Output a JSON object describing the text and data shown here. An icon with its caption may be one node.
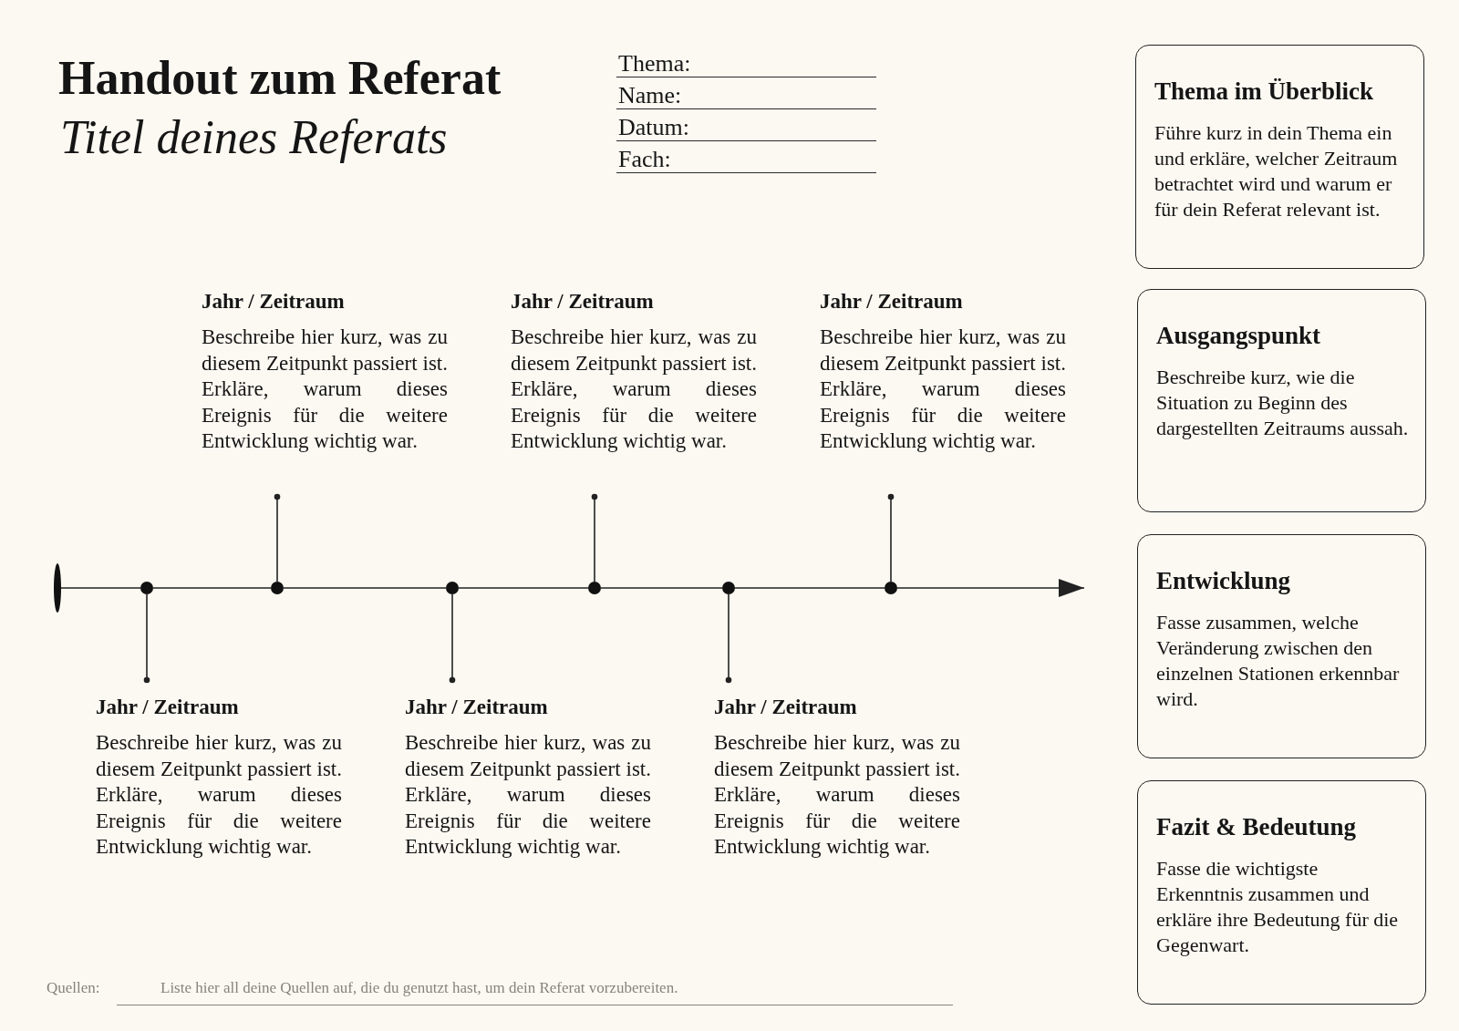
{
  "diagram": {
    "title": "Handout zum Referat",
    "nodes": [
      {
        "text": [
          "Jahr / Zeitraum",
          "Beschreibe hier kurz, was zu diesem Zeitpunkt passiert ist. Erkläre, warum dieses Ereignis für die weitere Entwicklung wichtig war."
        ]
      },
      {
        "text": [
          "Jahr / Zeitraum",
          "Beschreibe hier kurz, was zu diesem Zeitpunkt passiert ist. Erkläre, warum dieses Ereignis für die weitere Entwicklung wichtig war."
        ]
      },
      {
        "text": [
          "Jahr / Zeitraum",
          "Beschreibe hier kurz, was zu diesem Zeitpunkt passiert ist. Erkläre, warum dieses Ereignis für die weitere Entwicklung wichtig war."
        ]
      },
      {
        "text": [],
        "shape": "ellipse"
      },
      {
        "text": [],
        "shape": "circle"
      },
      {
        "text": [],
        "shape": "circle"
      },
      {
        "text": [],
        "shape": "circle"
      },
      {
        "text": [],
        "shape": "circle"
      },
      {
        "text": [],
        "shape": "circle"
      },
      {
        "text": [],
        "shape": "circle"
      },
      {
        "text": [
          "Jahr / Zeitraum",
          "Beschreibe hier kurz, was zu diesem Zeitpunkt passiert ist. Erkläre, warum dieses Ereignis für die weitere Entwicklung wichtig war."
        ]
      },
      {
        "text": [
          "Jahr / Zeitraum",
          "Beschreibe hier kurz, was zu diesem Zeitpunkt passiert ist. Erkläre, warum dieses Ereignis für die weitere Entwicklung wichtig war."
        ]
      },
      {
        "text": [
          "Jahr / Zeitraum",
          "Beschreibe hier kurz, was zu diesem Zeitpunkt passiert ist. Erkläre, warum dieses Ereignis für die weitere Entwicklung wichtig war."
        ]
      },
      {
        "text": [
          "Thema im Überblick",
          "Führe kurz in dein Thema ein und erkläre, welcher Zeitraum betrachtet wird und warum er für dein Referat relevant ist."
        ]
      },
      {
        "text": [
          "Ausgangspunkt",
          "Beschreibe kurz, wie die Situation zu Beginn des dargestellten Zeitraums aussah."
        ]
      },
      {
        "text": [
          "Entwicklung",
          "Fasse zusammen, welche Veränderung zwischen den einzelnen Stationen erkennbar wird."
        ]
      },
      {
        "text": [
          "Fazit & Bedeutung",
          "Fasse die wichtigste Erkenntnis zusammen und erkläre ihre Bedeutung für die Gegenwart."
        ]
      }
    ],
    "edges": [
      {
        "from": 3,
        "to": 4,
        "arrow": "none"
      },
      {
        "from": 4,
        "to": 5,
        "arrow": "none"
      },
      {
        "from": 5,
        "to": 6,
        "arrow": "none"
      },
      {
        "from": 6,
        "to": 7,
        "arrow": "none"
      },
      {
        "from": 7,
        "to": 8,
        "arrow": "none"
      },
      {
        "from": 8,
        "to": 9,
        "arrow": "none"
      },
      {
        "from": 9,
        "to": null,
        "arrow": "to"
      },
      {
        "from": 10,
        "to": 4,
        "arrow": "other"
      },
      {
        "from": 0,
        "to": 5,
        "arrow": "other"
      },
      {
        "from": 11,
        "to": 6,
        "arrow": "other"
      },
      {
        "from": 1,
        "to": 7,
        "arrow": "other"
      },
      {
        "from": 12,
        "to": 8,
        "arrow": "other"
      },
      {
        "from": 2,
        "to": 9,
        "arrow": "other"
      }
    ],
    "labels": [
      "Titel deines Referats",
      "Thema:",
      "Name:",
      "Datum:",
      "Fach:",
      "Quellen:",
      "Liste hier all deine Quellen auf, die du genutzt hast, um dein Referat vorzubereiten."
    ]
  }
}
